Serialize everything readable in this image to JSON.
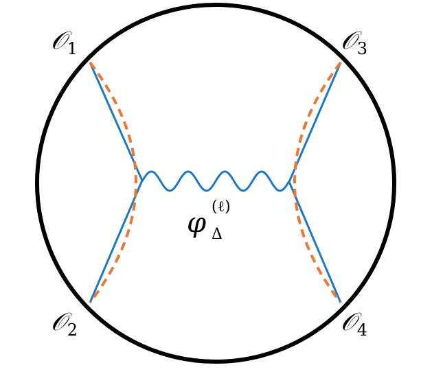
{
  "colors": {
    "circle": "#000000",
    "lines": "#1f77c4",
    "dashed": "#e8793a",
    "propagator": "#1f77c4"
  },
  "labels": {
    "o1": {
      "symbol": "𝒪",
      "index": "1"
    },
    "o2": {
      "symbol": "𝒪",
      "index": "2"
    },
    "o3": {
      "symbol": "𝒪",
      "index": "3"
    },
    "o4": {
      "symbol": "𝒪",
      "index": "4"
    },
    "field": {
      "symbol": "φ",
      "superscript": "(ℓ)",
      "subscript": "Δ"
    }
  }
}
